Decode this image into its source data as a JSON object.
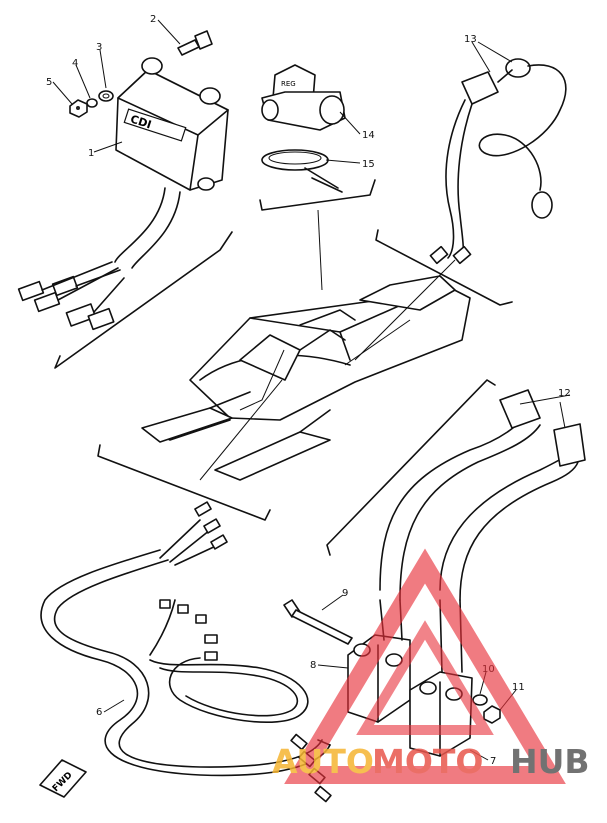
{
  "diagram": {
    "callouts": {
      "c1": "1",
      "c2": "2",
      "c3": "3",
      "c4": "4",
      "c5": "5",
      "c6": "6",
      "c7": "7",
      "c8": "8",
      "c9": "9",
      "c10": "10",
      "c11": "11",
      "c12": "12",
      "c13": "13",
      "c14": "14",
      "c15": "15"
    },
    "cdi_label": "CDI",
    "regulator_label": "REG",
    "fwd_label": "FWD"
  },
  "watermark": {
    "word1": "AUTO",
    "word2": "MOTO",
    "word3": "HUB",
    "colors": {
      "auto": "#f5b532",
      "moto": "#e8564c",
      "hub": "#5a5a5a",
      "triangle": "#e8303a"
    }
  }
}
